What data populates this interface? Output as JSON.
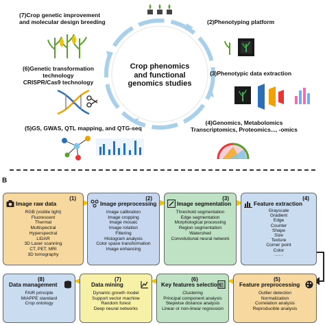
{
  "panel_a": {
    "center_title": [
      "Crop phenomics",
      "and functional",
      "genomics studies"
    ],
    "labels": [
      {
        "lines": [
          "(7)Crop genetic improvement",
          "and molecular design breeding"
        ]
      },
      {
        "lines": [
          "(2)Phenotyping platform"
        ]
      },
      {
        "lines": [
          "(6)Genetic transformation",
          "technology",
          "CRISPR/Cas9 technology"
        ]
      },
      {
        "lines": [
          "(3)Phenotypic data extraction"
        ]
      },
      {
        "lines": [
          "(5)GS, GWAS, QTL mapping, and QTG-seq"
        ]
      },
      {
        "lines": [
          "(4)Genomics, Metabolomics",
          "Transcriptomics, Proteomics..., -omics"
        ]
      }
    ]
  },
  "panel_b": {
    "letter": "B",
    "boxes": [
      {
        "num": "(1)",
        "title": "Image raw data",
        "color": "#f7d9a0",
        "items": [
          "RGB (visible light)",
          "Fluorescent",
          "Thermal",
          "Multispectral",
          "Hyperspectral",
          "LIDAR",
          "3D Laser scanning",
          "CT, PET, MRI",
          "3D tomography"
        ]
      },
      {
        "num": "(2)",
        "title": "Image preprocessing",
        "color": "#c6d7ef",
        "items": [
          "Image calibration",
          "Image cropping",
          "Image mosaic",
          "Image rotation",
          "Filtering",
          "Histogram analysis",
          "Color space transformation",
          "Image enhancing"
        ]
      },
      {
        "num": "(3)",
        "title": "Image segmentation",
        "color": "#bfe2c4",
        "items": [
          "Threshold segmentation",
          "Edge segmentation",
          "Morphological processing",
          "Region segmentation",
          "Watershed",
          "Convolutional neural network"
        ]
      },
      {
        "num": "(4)",
        "title": "Feature extraction",
        "color": "#c9dcf0",
        "items": [
          "Grayscale",
          "Gradient",
          "Edge",
          "Counter",
          "Shape",
          "Size",
          "Texture",
          "Corner point",
          "Color",
          "······"
        ]
      },
      {
        "num": "(5)",
        "title": "Feature preprocessing",
        "color": "#f7d9a0",
        "items": [
          "Outlier detection",
          "Normalization",
          "Correlation analysis",
          "Reproducible analysis"
        ]
      },
      {
        "num": "(6)",
        "title": "Key features selection",
        "color": "#bfe2c4",
        "items": [
          "Clustering",
          "Principal component analysis",
          "Stepwise distance analysis",
          "Linear or non-linear regression"
        ]
      },
      {
        "num": "(7)",
        "title": "Data mining",
        "color": "#f7f1a8",
        "items": [
          "Dynamic growth model",
          "Support vector machine",
          "Random forest",
          "Deep neural networks"
        ]
      },
      {
        "num": "(8)",
        "title": "Data management",
        "color": "#c9dcf0",
        "items": [
          "FAIR principle",
          "MIAPPE standard",
          "Crop ontology"
        ]
      }
    ]
  },
  "colors": {
    "arrow_yellow": "#f2c200",
    "circle_blue": "#a9d0ea",
    "border": "#666666"
  }
}
